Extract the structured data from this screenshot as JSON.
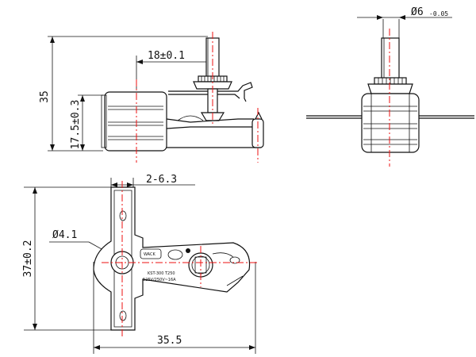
{
  "dimensions": {
    "overall_height": "35",
    "lower_height": "17.5±0.3",
    "shaft_offset": "18±0.1",
    "shaft_diameter": "Ø6",
    "shaft_diameter_tol": "-0.05",
    "terminal_width": "2-6.3",
    "hole_diameter": "Ø4.1",
    "base_height": "37±0.2",
    "base_length": "35.5"
  },
  "label_plate": {
    "brand": "WACK",
    "model": "KST-300 T250",
    "rating": "125V/250V~16A"
  },
  "colors": {
    "line": "#111111",
    "center_line": "#e11111"
  }
}
